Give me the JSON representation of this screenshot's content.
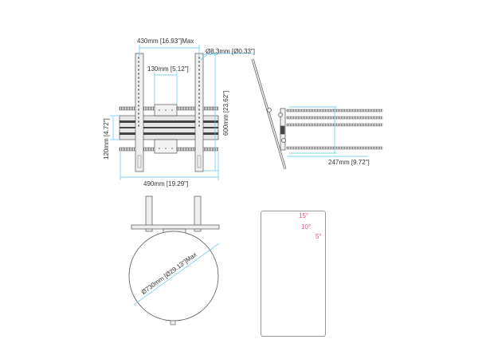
{
  "colors": {
    "dimension_line": "#5ec4e8",
    "part_stroke": "#555555",
    "part_fill": "#e6e6e6",
    "rail_dark": "#444444",
    "tilt_15": "#5ec4e8",
    "tilt_10": "#d66fd0",
    "tilt_5": "#f2d04b",
    "tilt_0": "#777777",
    "angle_text": "#e8527a"
  },
  "front_view": {
    "width_max_label": "430mm [16.93\"]Max",
    "hole_diameter_label": "Ø8.3mm [Ø0.33\"]",
    "vesa_spacing_label": "130mm [5.12\"]",
    "height_label": "600mm [23.62\"]",
    "rail_spacing_label": "120mm [4.72\"]",
    "overall_width_label": "490mm [19.29\"]"
  },
  "side_view": {
    "depth_label": "247mm [9.72\"]"
  },
  "top_view": {
    "diameter_label": "Ø730mm [Ø29.13\"]Max"
  },
  "tilt_inset": {
    "angles": [
      "15°",
      "10°",
      "5°"
    ]
  }
}
